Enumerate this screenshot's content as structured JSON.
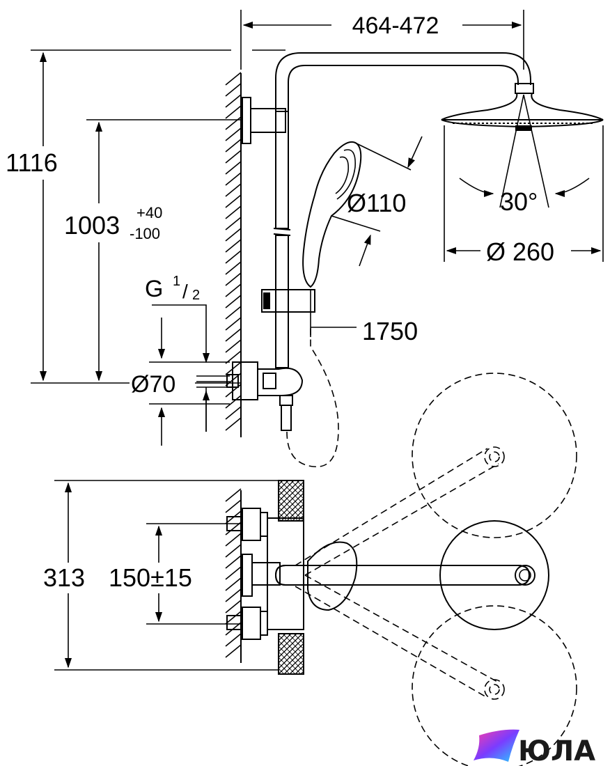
{
  "dimensions": {
    "arm_projection": "464-472",
    "total_height": "1116",
    "rail_height_base": "1003",
    "rail_height_plus": "+40",
    "rail_height_minus": "-100",
    "connection_thread_prefix": "G",
    "connection_thread_num": "1",
    "connection_thread_den": "2",
    "inlet_diameter": "Ø70",
    "hand_shower_diameter": "Ø110",
    "spray_angle": "30°",
    "head_shower_diameter": "Ø 260",
    "hose_length": "1750",
    "depth": "313",
    "inlet_spacing": "150±15"
  },
  "watermark": {
    "text": "ЮЛА",
    "colors": [
      "#ff3ea5",
      "#7a3cff",
      "#23d3ff"
    ]
  }
}
